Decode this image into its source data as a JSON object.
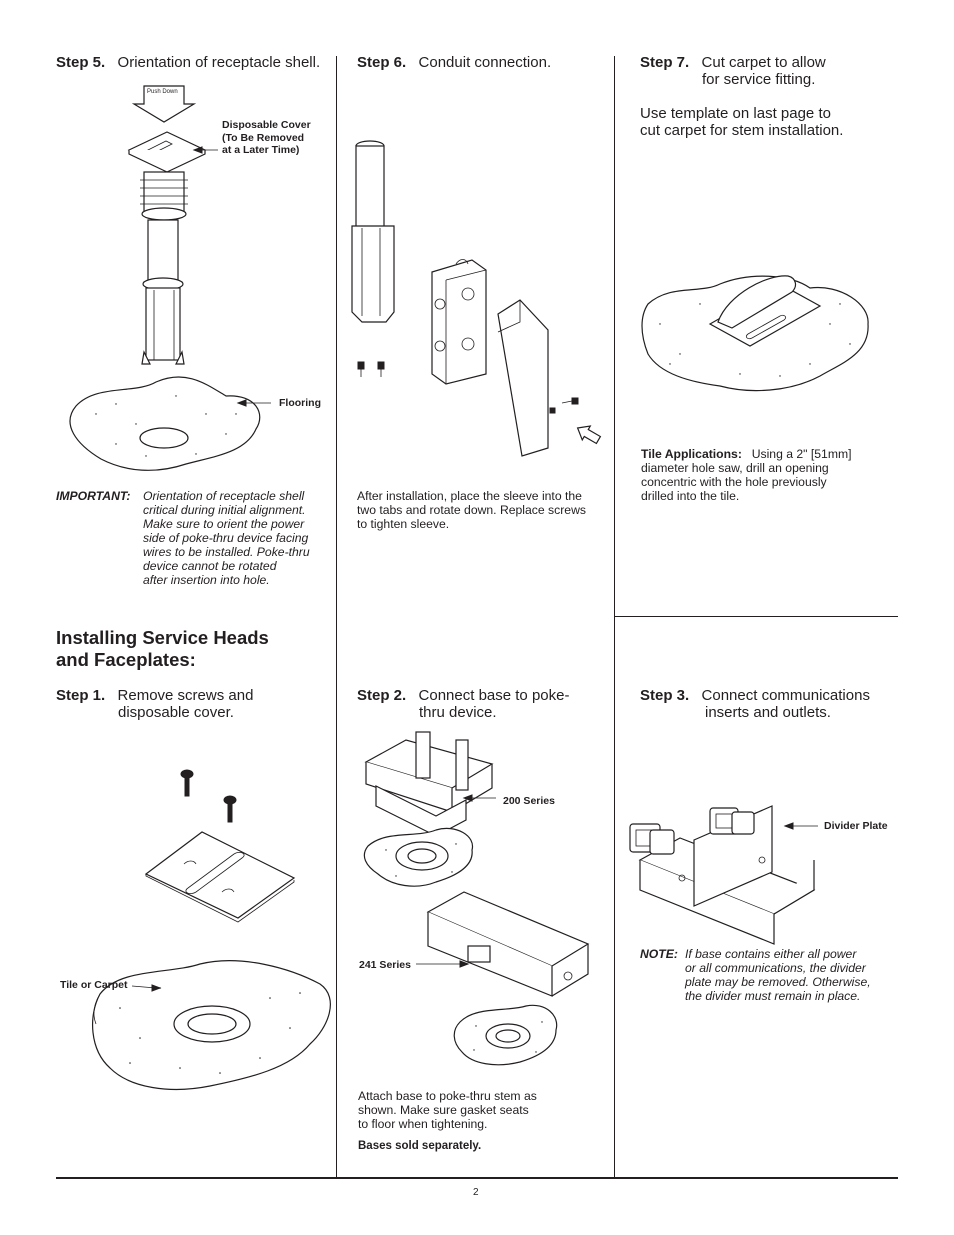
{
  "step5": {
    "label": "Step 5.",
    "text": "Orientation of receptacle shell."
  },
  "push_down": "Push Down",
  "disposable_cover": [
    "Disposable Cover",
    "(To Be Removed",
    "at a Later Time)"
  ],
  "flooring": "Flooring",
  "important_label": "IMPORTANT:",
  "important_lines": [
    "Orientation of receptacle shell",
    "critical during initial alignment.",
    "Make sure to orient the power",
    "side of poke-thru device facing",
    "wires to be installed. Poke-thru",
    "device cannot be rotated",
    "after insertion into hole."
  ],
  "step6": {
    "label": "Step 6.",
    "text": "Conduit connection."
  },
  "step6_note": [
    "After installation, place the sleeve into the",
    "two tabs and rotate down. Replace screws",
    "to tighten sleeve."
  ],
  "step7": {
    "label": "Step 7.",
    "line1": "Cut carpet to allow",
    "line2": "for service fitting."
  },
  "step7_template": [
    "Use template on last page to",
    "cut carpet for stem installation."
  ],
  "tile_label": "Tile Applications:",
  "tile_line1": "Using a 2\" [51mm]",
  "tile_lines": [
    "diameter hole saw, drill an opening",
    "concentric with the hole previously",
    "drilled into the tile."
  ],
  "section_title": [
    "Installing Service Heads",
    "and Faceplates:"
  ],
  "s1": {
    "label": "Step 1.",
    "line1": "Remove screws and",
    "line2": "disposable cover."
  },
  "tile_or_carpet": "Tile or Carpet",
  "s2": {
    "label": "Step 2.",
    "line1": "Connect base to poke-",
    "line2": "thru device."
  },
  "series_200": "200 Series",
  "series_241": "241 Series",
  "s2_note": [
    "Attach base to poke-thru stem as",
    "shown. Make sure gasket seats",
    "to floor when tightening."
  ],
  "bases_sold": "Bases sold separately.",
  "s3": {
    "label": "Step 3.",
    "line1": "Connect communications",
    "line2": "inserts and outlets."
  },
  "divider_plate": "Divider Plate",
  "note_label": "NOTE:",
  "note_lines": [
    "If base contains either all power",
    "or all communications, the divider",
    "plate may be removed. Otherwise,",
    "the divider must remain in place."
  ],
  "page_number": "2"
}
